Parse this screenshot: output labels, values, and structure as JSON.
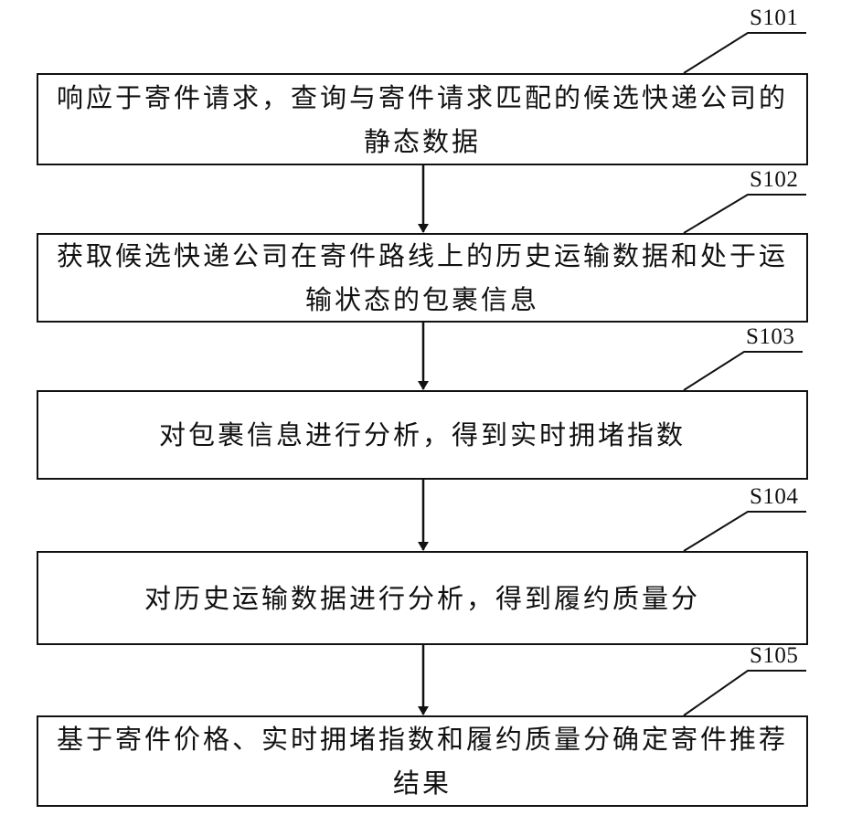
{
  "steps": [
    {
      "id": "S101",
      "text": "响应于寄件请求，查询与寄件请求匹配的候选快递公司的静态数据"
    },
    {
      "id": "S102",
      "text": "获取候选快递公司在寄件路线上的历史运输数据和处于运输状态的包裹信息"
    },
    {
      "id": "S103",
      "text": "对包裹信息进行分析，得到实时拥堵指数"
    },
    {
      "id": "S104",
      "text": "对历史运输数据进行分析，得到履约质量分"
    },
    {
      "id": "S105",
      "text": "基于寄件价格、实时拥堵指数和履约质量分确定寄件推荐结果"
    }
  ]
}
